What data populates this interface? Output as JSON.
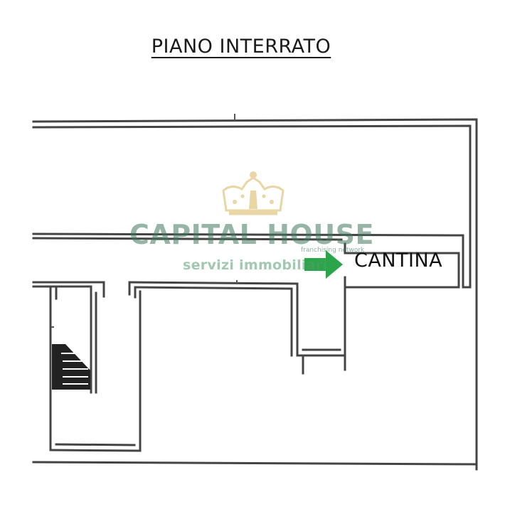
{
  "plan": {
    "title": "PIANO INTERRATO",
    "room_label": "CANTINA",
    "arrow_color": "#2aa54a",
    "wall_color": "#444444"
  },
  "watermark": {
    "brand": "CAPITAL HOUSE",
    "network": "franchising network",
    "tagline": "servizi immobiliari",
    "color": "#40785c",
    "crown_color": "#d9b35a"
  }
}
